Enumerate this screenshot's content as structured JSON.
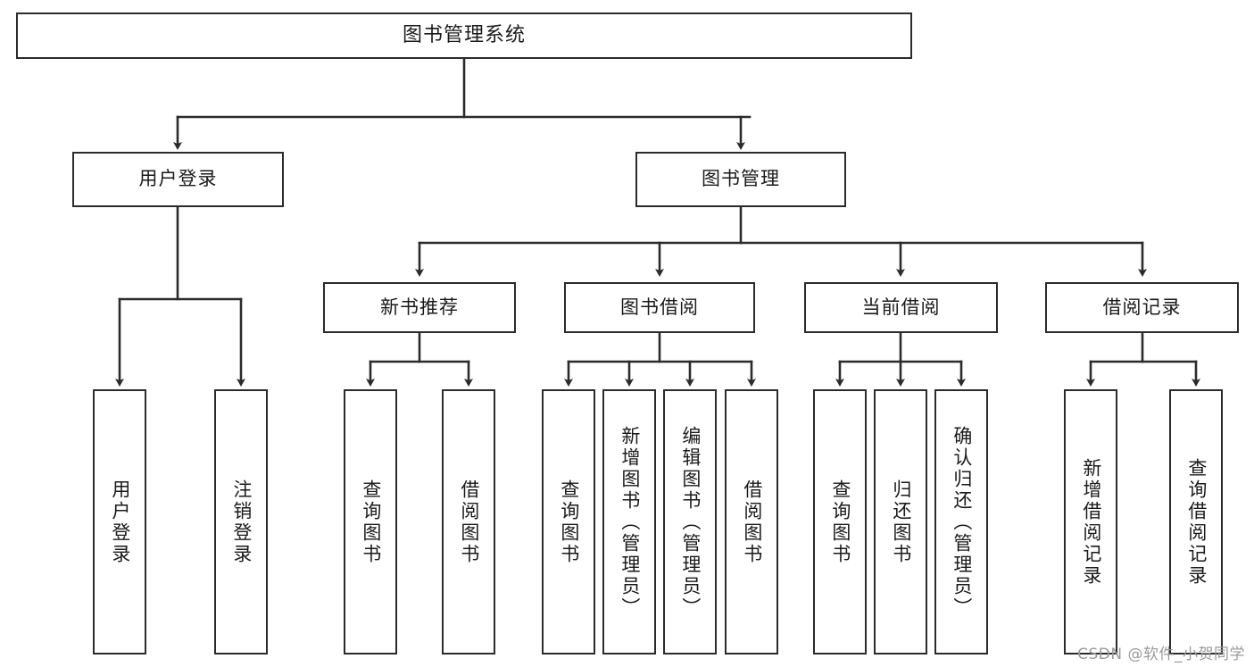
{
  "diagram": {
    "title": "图书管理系统",
    "type": "tree",
    "watermark": "CSDN @软件_小贺同学",
    "colors": {
      "background": "#ffffff",
      "box_border": "#2b2b2b",
      "box_fill": "#ffffff",
      "connector": "#2b2b2b",
      "text": "#1a1a1a",
      "watermark": "#9b9b9b"
    },
    "levels": {
      "root": {
        "label": "图书管理系统"
      },
      "level2": [
        {
          "label": "用户登录"
        },
        {
          "label": "图书管理"
        }
      ],
      "level3": [
        {
          "label": "新书推荐"
        },
        {
          "label": "图书借阅"
        },
        {
          "label": "当前借阅"
        },
        {
          "label": "借阅记录"
        }
      ],
      "leaves": {
        "user_login": [
          {
            "label": "用户登录"
          },
          {
            "label": "注销登录"
          }
        ],
        "new_book_recommend": [
          {
            "label": "查询图书"
          },
          {
            "label": "借阅图书"
          }
        ],
        "book_borrow": [
          {
            "label": "查询图书"
          },
          {
            "label": "新增图书（管理员）"
          },
          {
            "label": "编辑图书（管理员）"
          },
          {
            "label": "借阅图书"
          }
        ],
        "current_borrow": [
          {
            "label": "查询图书"
          },
          {
            "label": "归还图书"
          },
          {
            "label": "确认归还（管理员）"
          }
        ],
        "borrow_record": [
          {
            "label": "新增借阅记录"
          },
          {
            "label": "查询借阅记录"
          }
        ]
      }
    }
  }
}
